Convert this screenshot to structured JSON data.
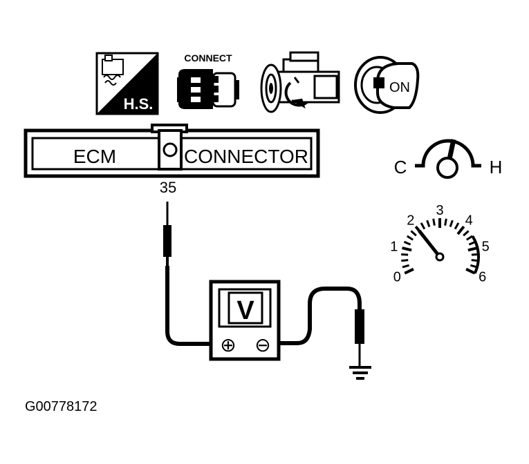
{
  "icons": {
    "hot_start": {
      "label": "H.S.",
      "name": "hot-start-icon"
    },
    "connect": {
      "label": "CONNECT",
      "name": "connector-connect-icon"
    },
    "engine": {
      "name": "engine-running-icon"
    },
    "ignition": {
      "label": "ON",
      "name": "ignition-key-on-icon"
    }
  },
  "connector": {
    "left_label": "ECM",
    "right_label": "CONNECTOR",
    "terminal": "35"
  },
  "meter": {
    "label": "V",
    "positive": "⊕",
    "negative": "⊖"
  },
  "temp_gauge": {
    "cold_label": "C",
    "hot_label": "H"
  },
  "tachometer": {
    "ticks": [
      "0",
      "1",
      "2",
      "3",
      "4",
      "5",
      "6"
    ],
    "needle_value": 2
  },
  "figure_id": "G00778172"
}
